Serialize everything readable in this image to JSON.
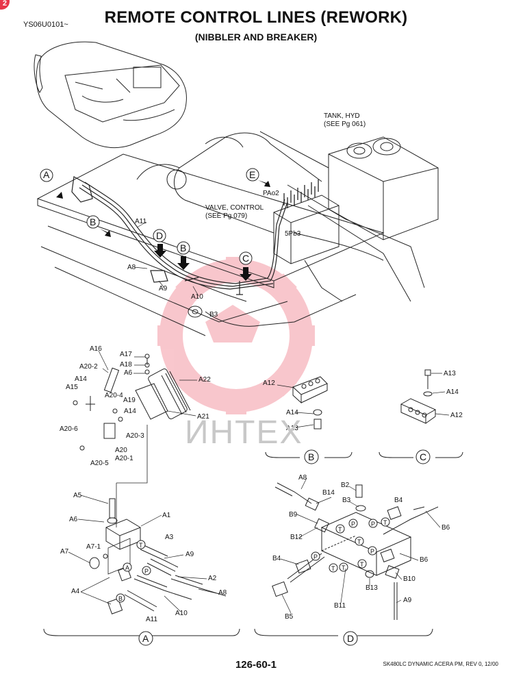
{
  "header": {
    "doc_id": "YS06U0101~",
    "title": "REMOTE CONTROL LINES (REWORK)",
    "subtitle": "(NIBBLER AND BREAKER)",
    "corner_badge": "2"
  },
  "footer": {
    "page_number": "126-60-1",
    "model_rev": "SK480LC DYNAMIC ACERA PM, REV 0, 12/00"
  },
  "watermark": {
    "text": "ИНТЕХ",
    "color": "#e8364a"
  },
  "callouts": {
    "tank_line1": "TANK, HYD",
    "tank_line2": "(SEE Pg  061)",
    "valve_line1": "VALVE, CONTROL",
    "valve_line2": "(SEE Pg  079)",
    "pao2": "PAo2",
    "pb3": "5Pb3"
  },
  "view_markers": {
    "A": "A",
    "B": "B",
    "C": "C",
    "D": "D",
    "E": "E"
  },
  "parts": {
    "A1": "A1",
    "A2": "A2",
    "A3": "A3",
    "A4": "A4",
    "A5": "A5",
    "A6": "A6",
    "A7": "A7",
    "A7_1": "A7-1",
    "A8": "A8",
    "A9": "A9",
    "A10": "A10",
    "A11": "A11",
    "A12": "A12",
    "A13": "A13",
    "A14": "A14",
    "A15": "A15",
    "A16": "A16",
    "A17": "A17",
    "A18": "A18",
    "A19": "A19",
    "A20": "A20",
    "A20_1": "A20-1",
    "A20_2": "A20-2",
    "A20_3": "A20-3",
    "A20_4": "A20-4",
    "A20_5": "A20-5",
    "A20_6": "A20-6",
    "A21": "A21",
    "A22": "A22",
    "B2": "B2",
    "B3": "B3",
    "B4": "B4",
    "B5": "B5",
    "B6": "B6",
    "B9": "B9",
    "B10": "B10",
    "B11": "B11",
    "B12": "B12",
    "B13": "B13",
    "B14": "B14",
    "port_P": "P",
    "port_T": "T"
  }
}
